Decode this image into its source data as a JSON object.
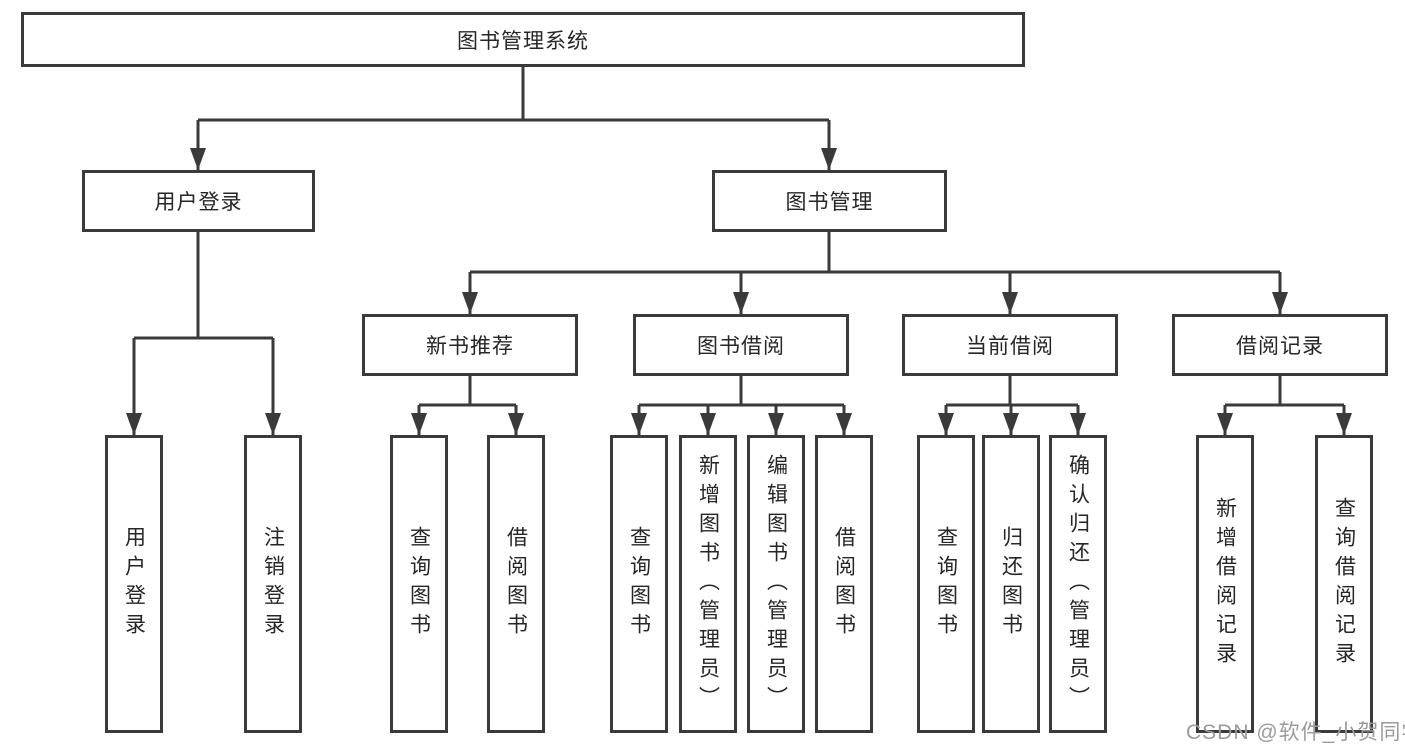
{
  "diagram": {
    "root": {
      "label": "图书管理系统"
    },
    "level2": {
      "user_login": {
        "label": "用户登录"
      },
      "book_management": {
        "label": "图书管理"
      }
    },
    "level3": {
      "new_book_recommend": {
        "label": "新书推荐"
      },
      "book_borrowing": {
        "label": "图书借阅"
      },
      "current_borrowing": {
        "label": "当前借阅"
      },
      "borrowing_records": {
        "label": "借阅记录"
      }
    },
    "leaves": {
      "user_login": [
        "用户登录",
        "注销登录"
      ],
      "new_book_recommend": [
        "查询图书",
        "借阅图书"
      ],
      "book_borrowing": [
        "查询图书",
        "新增图书（管理员）",
        "编辑图书（管理员）",
        "借阅图书"
      ],
      "current_borrowing": [
        "查询图书",
        "归还图书",
        "确认归还（管理员）"
      ],
      "borrowing_records": [
        "新增借阅记录",
        "查询借阅记录"
      ]
    }
  },
  "watermark": "CSDN @软件_小贺同学",
  "colors": {
    "line": "#3a3a3a",
    "text": "#262626",
    "watermark_gray": "#9b9b9b",
    "background": "#ffffff"
  }
}
